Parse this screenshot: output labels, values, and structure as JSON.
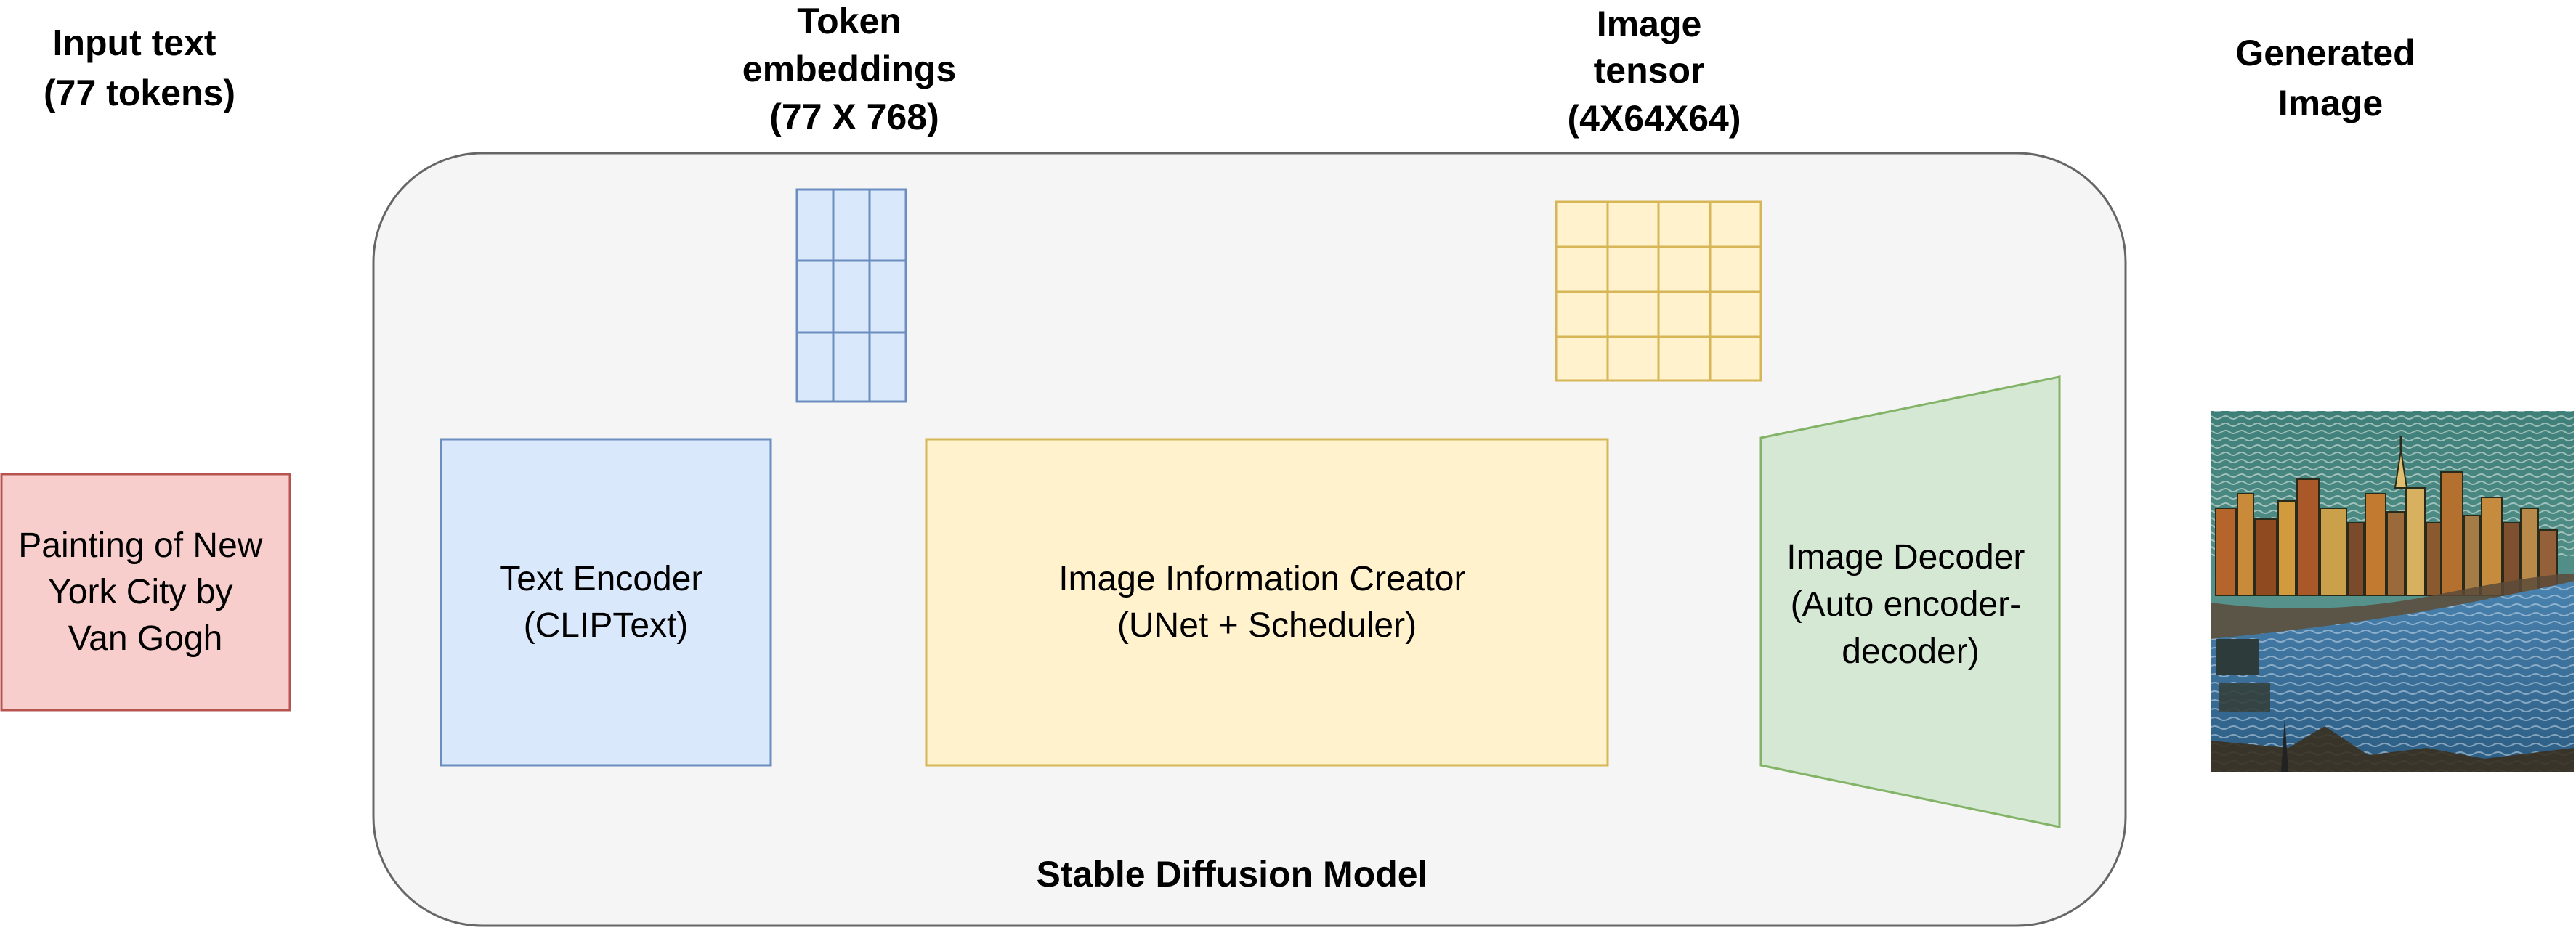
{
  "headings": {
    "input_text": [
      "Input text",
      "(77 tokens)"
    ],
    "token_embeddings": [
      "Token",
      "embeddings",
      "(77 X 768)"
    ],
    "image_tensor": [
      "Image",
      "tensor",
      "(4X64X64)"
    ],
    "generated_image": [
      "Generated",
      "Image"
    ]
  },
  "input_box": {
    "lines": [
      "Painting of New",
      "York City by",
      "Van Gogh"
    ]
  },
  "model": {
    "label": "Stable Diffusion Model",
    "text_encoder": [
      "Text Encoder",
      "(CLIPText)"
    ],
    "image_info_creator": [
      "Image Information Creator",
      "(UNet + Scheduler)"
    ],
    "image_decoder": [
      "Image Decoder",
      "(Auto encoder-",
      "decoder)"
    ]
  },
  "colors": {
    "input_fill": "#F8CECC",
    "input_stroke": "#B85450",
    "blue_fill": "#DAE8FC",
    "blue_stroke": "#6C8EBF",
    "yellow_fill": "#FFF2CC",
    "yellow_stroke": "#D6B656",
    "green_fill": "#D5E8D4",
    "green_stroke": "#82B366",
    "model_fill": "#F5F5F5",
    "model_stroke": "#666666"
  }
}
